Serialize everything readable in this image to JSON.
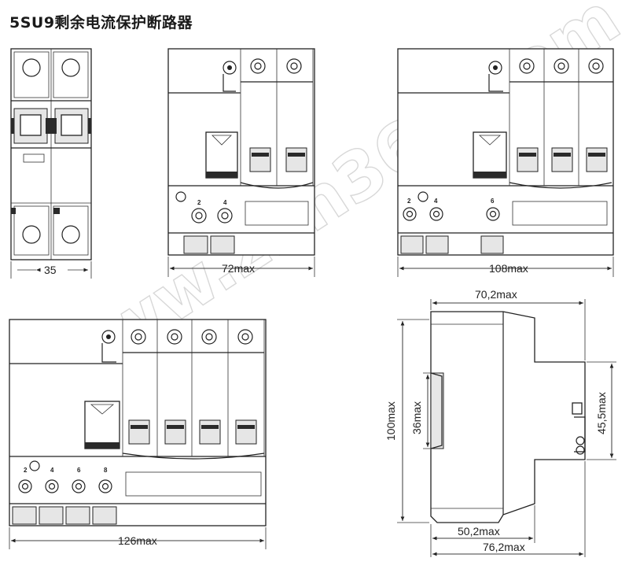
{
  "title": "5SU9剩余电流保护断路器",
  "watermark": "www.zkh360.com",
  "views": {
    "front_1p": {
      "width_label": "35"
    },
    "view_2p": {
      "width_label": "72max",
      "terminals": [
        "2",
        "4"
      ]
    },
    "view_3p": {
      "width_label": "108max",
      "terminals": [
        "2",
        "4",
        "6"
      ]
    },
    "view_4p": {
      "width_label": "126max",
      "terminals": [
        "2",
        "4",
        "6",
        "8"
      ]
    },
    "side": {
      "top_width": "70,2max",
      "height": "100max",
      "inner_height": "36max",
      "right_height": "45,5max",
      "bottom_width_1": "50,2max",
      "bottom_width_2": "76,2max"
    }
  }
}
